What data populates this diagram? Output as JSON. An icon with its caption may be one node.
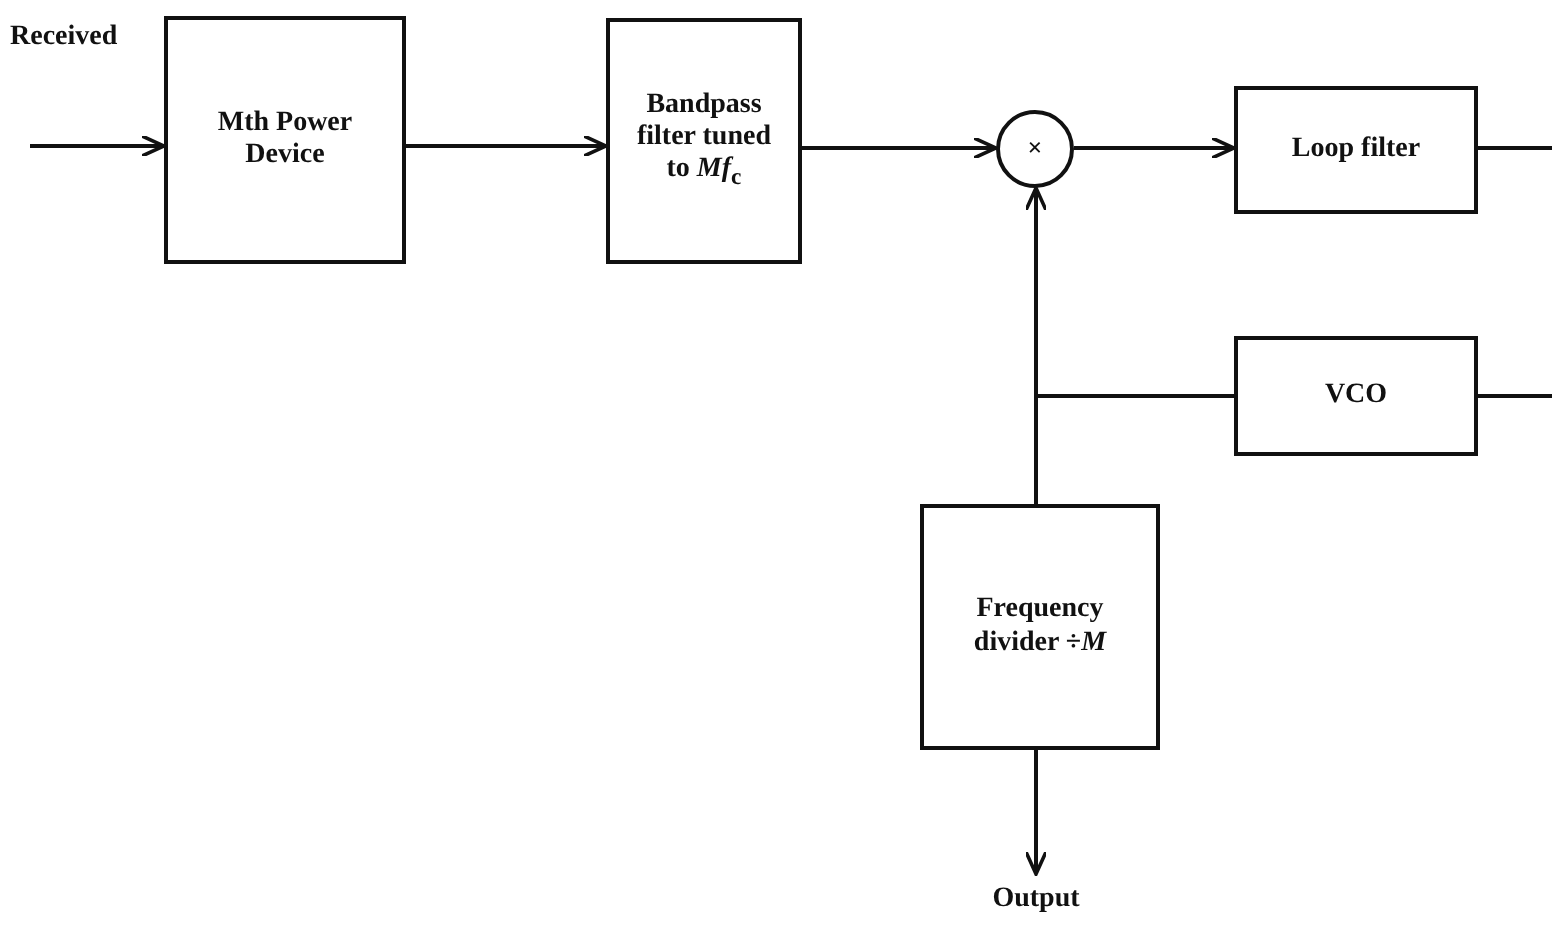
{
  "diagram": {
    "nodes": [
      {
        "text": [
          "Mth Power Device"
        ]
      },
      {
        "text": [
          "Bandpass filter tuned to *Mf*$_{c}$"
        ]
      },
      {
        "text": [
          "×"
        ]
      },
      {
        "text": [
          "Loop filter"
        ]
      },
      {
        "text": [
          "VCO"
        ]
      },
      {
        "text": [
          "Frequency divider ÷*M*"
        ]
      },
      {
        "text": [
          "Output"
        ]
      }
    ],
    "edges": [
      {
        "from": null,
        "to": 0,
        "arrow": "to",
        "label": "Received"
      },
      {
        "from": 0,
        "to": 1,
        "arrow": "to"
      },
      {
        "from": 1,
        "to": 2,
        "arrow": "to"
      },
      {
        "from": 2,
        "to": 3,
        "arrow": "to"
      },
      {
        "from": 3,
        "to": null,
        "arrow": "none"
      },
      {
        "from": null,
        "to": 4,
        "arrow": "none"
      },
      {
        "from": 4,
        "to": 2,
        "arrow": "to"
      },
      {
        "from": 4,
        "to": 5,
        "arrow": "none"
      },
      {
        "from": 5,
        "to": 6,
        "arrow": "to"
      }
    ]
  }
}
